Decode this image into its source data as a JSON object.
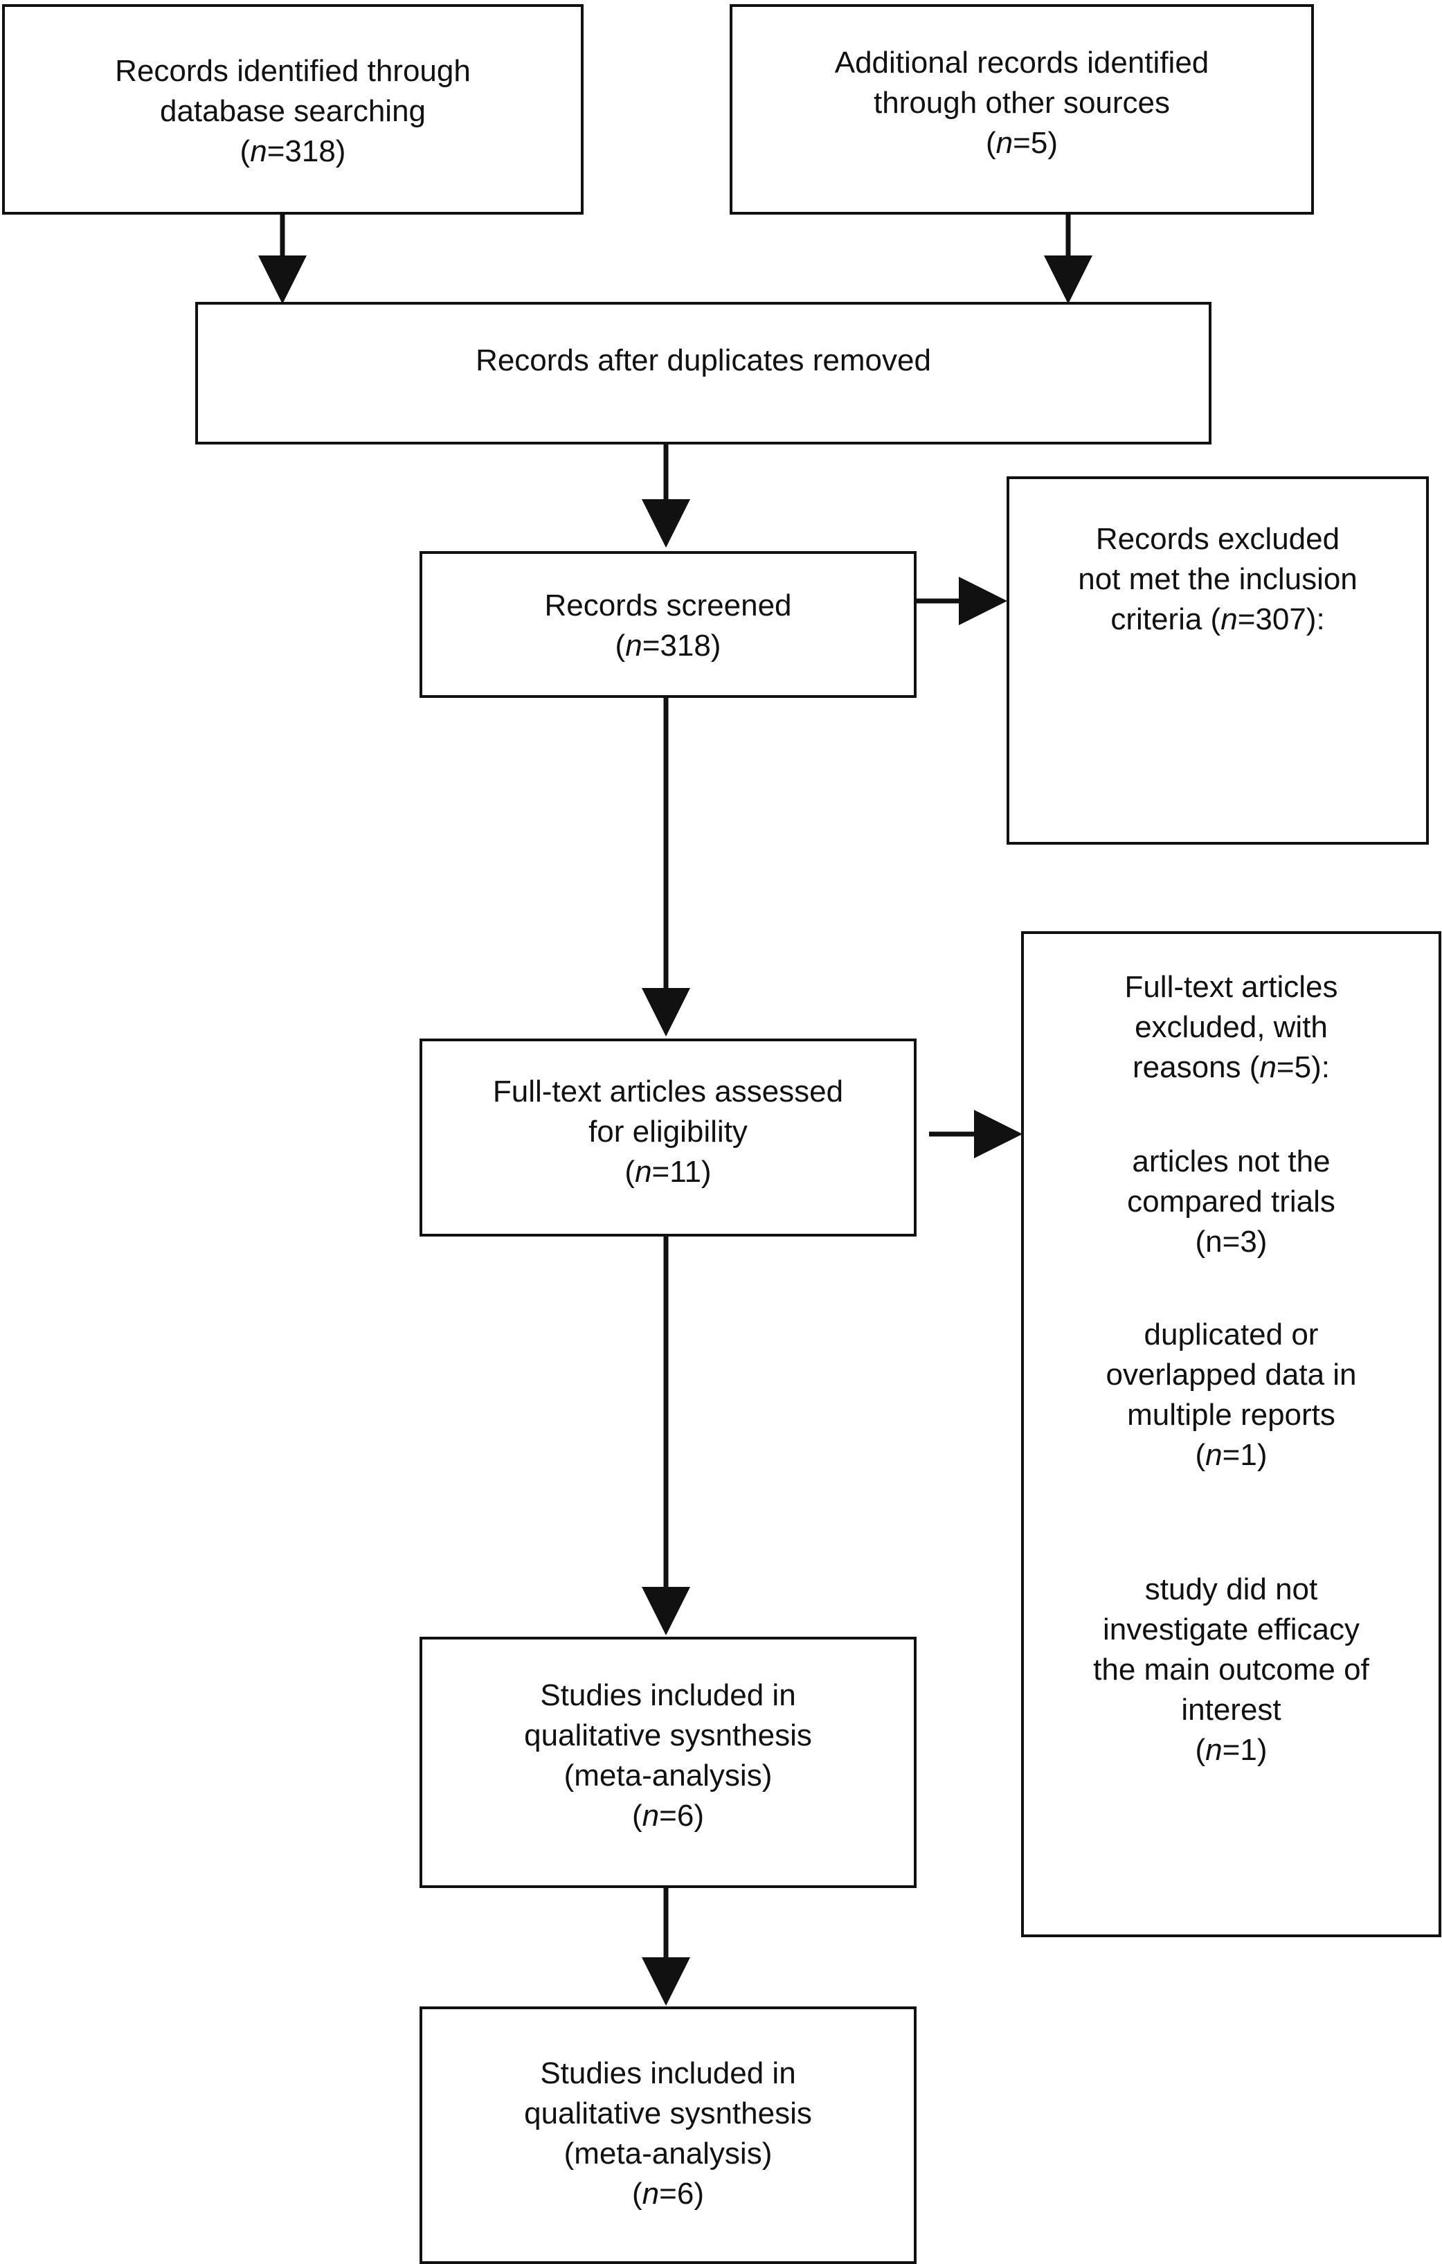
{
  "boxes": {
    "identified_db": {
      "line1": "Records identified through",
      "line2": "database searching",
      "n_label": "n",
      "n_value": "=318"
    },
    "identified_other": {
      "line1": "Additional records identified",
      "line2": "through other sources",
      "n_label": "n",
      "n_value": "=5"
    },
    "after_duplicates": {
      "line1": "Records after duplicates removed"
    },
    "screened": {
      "line1": "Records screened",
      "n_label": "n",
      "n_value": "=318"
    },
    "excluded_records": {
      "line1": "Records excluded",
      "line2": "not met the inclusion",
      "line3_prefix": "criteria (",
      "n_label": "n",
      "n_value": "=307):"
    },
    "fulltext_assessed": {
      "line1": "Full-text articles assessed",
      "line2": "for eligibility",
      "n_label": "n",
      "n_value": "=11"
    },
    "fulltext_excluded": {
      "line1": "Full-text articles",
      "line2": "excluded, with",
      "line3_prefix": "reasons (",
      "n_label": "n",
      "n_value": "=5):",
      "reason1": {
        "line1": "articles not the",
        "line2": "compared trials",
        "count": "(n=3)"
      },
      "reason2": {
        "line1": "duplicated or",
        "line2": "overlapped data in",
        "line3": "multiple reports",
        "n_label": "n",
        "n_value": "=1"
      },
      "reason3": {
        "line1": "study did not",
        "line2": "investigate efficacy",
        "line3": "the main outcome of",
        "line4": "interest",
        "n_label": "n",
        "n_value": "=1"
      }
    },
    "included_qualitative": {
      "line1": "Studies included in",
      "line2": "qualitative sysnthesis",
      "line3": "(meta-analysis)",
      "n_label": "n",
      "n_value": "=6"
    },
    "included_meta": {
      "line1": "Studies included in",
      "line2": "qualitative sysnthesis",
      "line3": "(meta-analysis)",
      "n_label": "n",
      "n_value": "=6"
    }
  },
  "colors": {
    "stroke": "#111111",
    "background": "#ffffff"
  }
}
